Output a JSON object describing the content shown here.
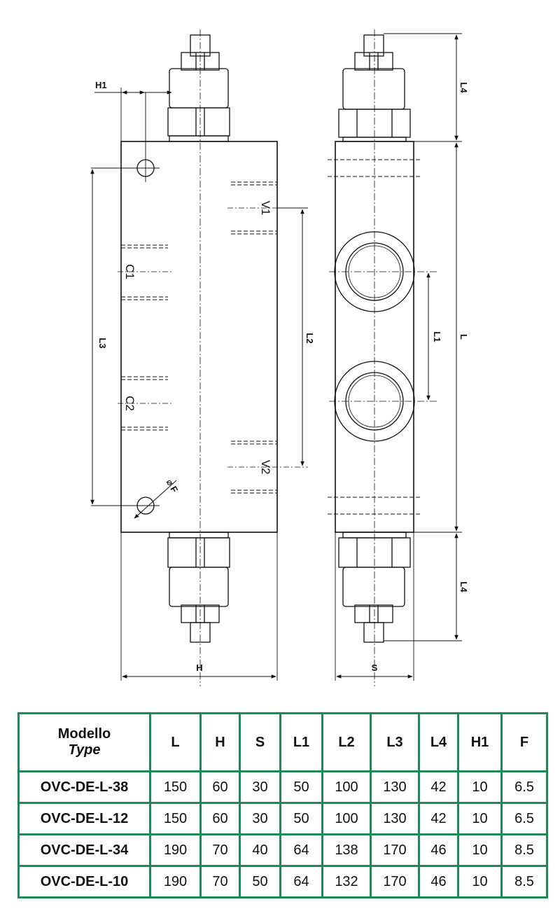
{
  "drawing": {
    "labels": {
      "h1": "H1",
      "v1": "V1",
      "c1": "C1",
      "l3": "L3",
      "l2": "L2",
      "c2": "C2",
      "v2": "V2",
      "f": "⌀ F",
      "h": "H",
      "s": "S",
      "l1": "L1",
      "l": "L",
      "l4_top": "L4",
      "l4_bottom": "L4"
    }
  },
  "table": {
    "header": {
      "model": "Modello",
      "model_sub": "Type",
      "columns": [
        "L",
        "H",
        "S",
        "L1",
        "L2",
        "L3",
        "L4",
        "H1",
        "F"
      ]
    },
    "rows": [
      {
        "model": "OVC-DE-L-38",
        "values": [
          "150",
          "60",
          "30",
          "50",
          "100",
          "130",
          "42",
          "10",
          "6.5"
        ]
      },
      {
        "model": "OVC-DE-L-12",
        "values": [
          "150",
          "60",
          "30",
          "50",
          "100",
          "130",
          "42",
          "10",
          "6.5"
        ]
      },
      {
        "model": "OVC-DE-L-34",
        "values": [
          "190",
          "70",
          "40",
          "64",
          "138",
          "170",
          "46",
          "10",
          "8.5"
        ]
      },
      {
        "model": "OVC-DE-L-10",
        "values": [
          "190",
          "70",
          "50",
          "64",
          "132",
          "170",
          "46",
          "10",
          "8.5"
        ]
      }
    ]
  },
  "colors": {
    "border": "#1e8a56"
  }
}
